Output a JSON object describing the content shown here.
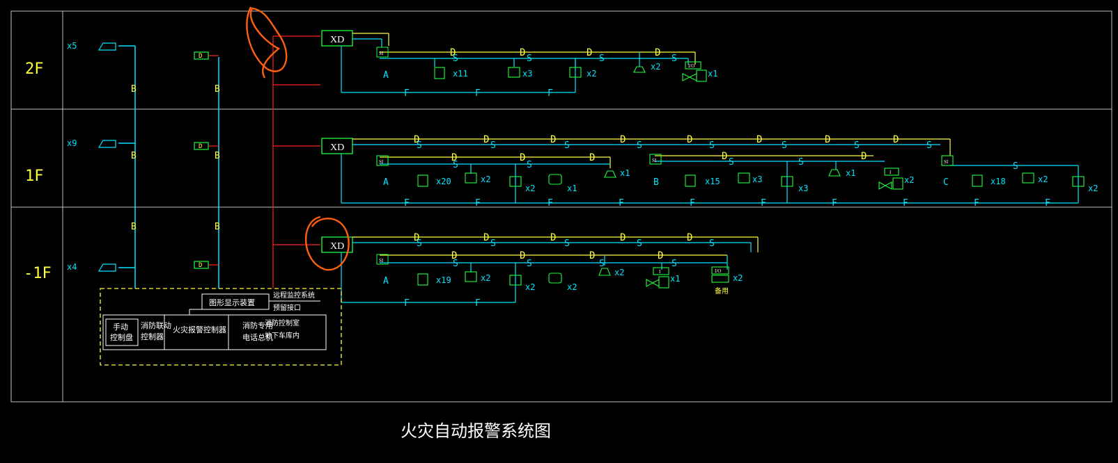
{
  "floors": [
    "2F",
    "1F",
    "-1F"
  ],
  "counts": {
    "left_2f": "x5",
    "left_1f": "x9",
    "left_m1f": "x4",
    "f2": [
      "x11",
      "x3",
      "x2",
      "x2",
      "x1"
    ],
    "f1a": [
      "x20",
      "x2",
      "x2",
      "x1",
      "x1"
    ],
    "f1b": [
      "x15",
      "x3",
      "x3",
      "x1",
      "x2"
    ],
    "f1c": [
      "x18",
      "x2",
      "x2"
    ],
    "m1": [
      "x19",
      "x2",
      "x2",
      "x2",
      "x2",
      "x1",
      "x2"
    ]
  },
  "labels": {
    "xd": "XD",
    "zone_a": "A",
    "zone_b": "B",
    "zone_c": "C",
    "bus_d": "D",
    "bus_s": "S",
    "bus_f": "F",
    "bus_b": "B",
    "si": "SI",
    "io": "I/O",
    "i": "I",
    "d_box": "D"
  },
  "panel": {
    "graphic_display": "图形显示装置",
    "remote_monitor": "远程监控系统",
    "reserved_port": "预留接口",
    "manual_panel_1": "手动",
    "manual_panel_2": "控制盘",
    "linkage_1": "消防联动",
    "linkage_2": "控制器",
    "fire_alarm_ctrl": "火灾报警控制器",
    "phone_1": "消防专用",
    "phone_2": "电话总机",
    "location_1": "消防控制室",
    "location_2": "地下车库内",
    "fan_label": "备用"
  },
  "title": "火灾自动报警系统图",
  "colors": {
    "cyan": "#00e5ff",
    "yellow": "#ffff40",
    "red": "#ff2020",
    "green": "#20ff40",
    "white": "#ffffff",
    "orange": "#ff6010"
  }
}
